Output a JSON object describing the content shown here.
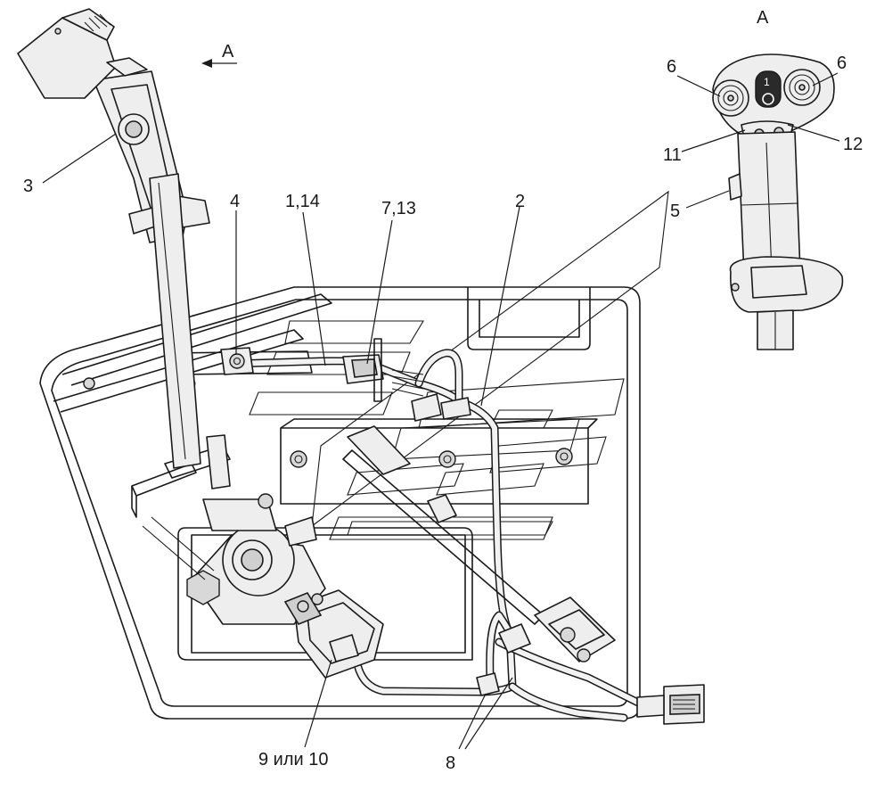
{
  "view_marker": {
    "arrow_label": "A",
    "view_title": "A"
  },
  "callouts": {
    "c3": "3",
    "c4": "4",
    "c1_14": "1,14",
    "c7_13": "7,13",
    "c2": "2",
    "c6_left": "6",
    "c6_right": "6",
    "c11": "11",
    "c12": "12",
    "c5": "5",
    "c9_10": "9 или 10",
    "c8": "8"
  },
  "joystick_button_glyph": "1"
}
